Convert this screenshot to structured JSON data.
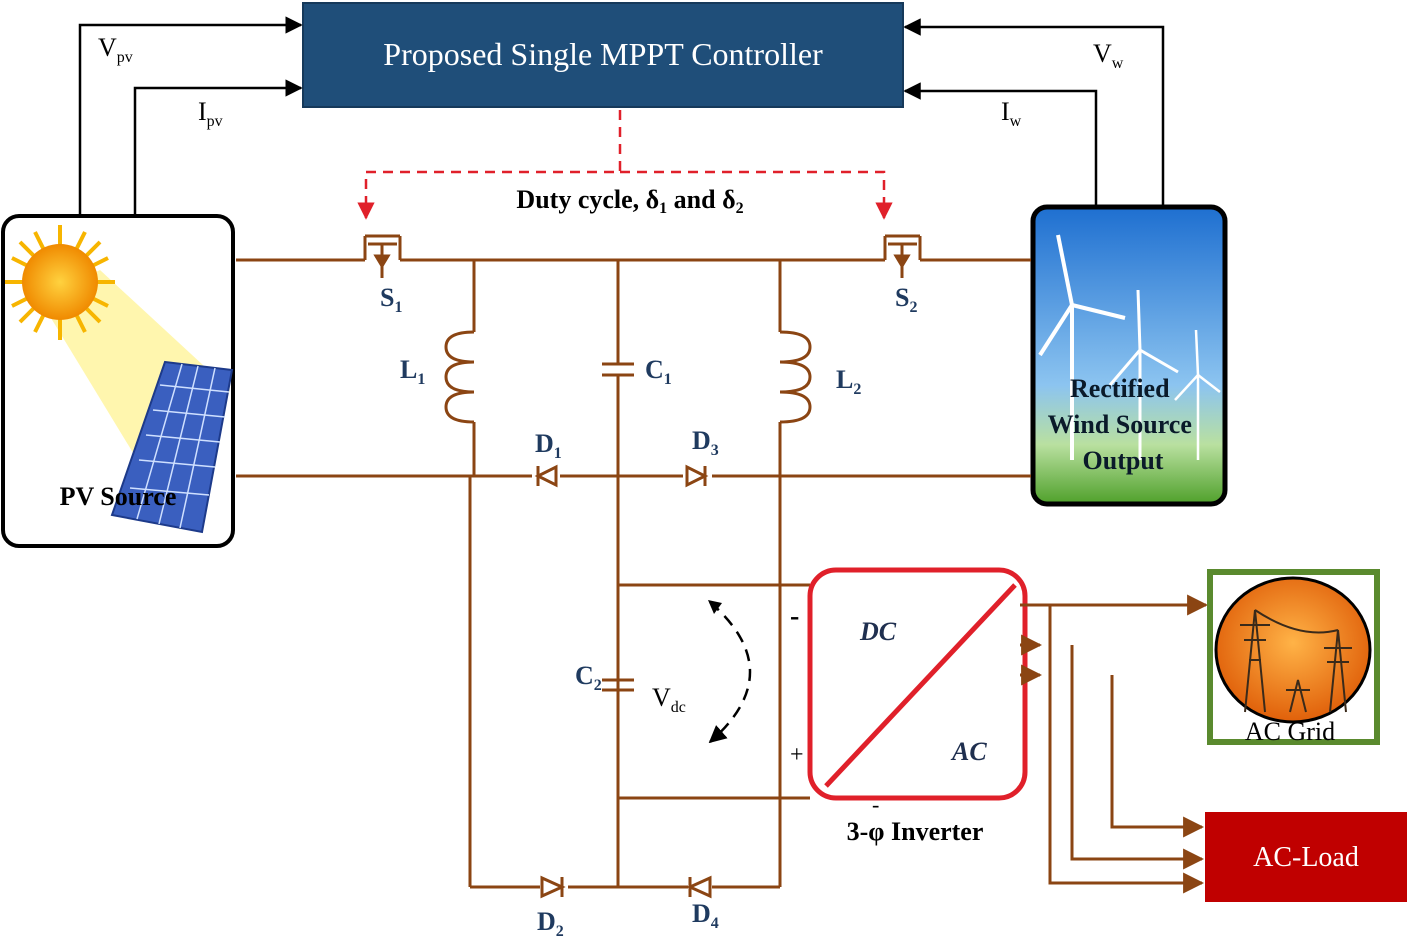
{
  "controller": {
    "title": "Proposed Single MPPT Controller",
    "fill": "#1f4e79"
  },
  "signals": {
    "vpv": {
      "main": "V",
      "sub": "pv"
    },
    "ipv": {
      "main": "I",
      "sub": "pv"
    },
    "vw": {
      "main": "V",
      "sub": "w"
    },
    "iw": {
      "main": "I",
      "sub": "w"
    }
  },
  "duty": {
    "prefix": "Duty cycle, δ",
    "s1": "1",
    "mid": " and δ",
    "s2": "2"
  },
  "switches": {
    "s1": {
      "main": "S",
      "sub": "1"
    },
    "s2": {
      "main": "S",
      "sub": "2"
    }
  },
  "components": {
    "l1": {
      "main": "L",
      "sub": "1"
    },
    "l2": {
      "main": "L",
      "sub": "2"
    },
    "c1": {
      "main": "C",
      "sub": "1"
    },
    "c2": {
      "main": "C",
      "sub": "2"
    },
    "d1": {
      "main": "D",
      "sub": "1"
    },
    "d2": {
      "main": "D",
      "sub": "2"
    },
    "d3": {
      "main": "D",
      "sub": "3"
    },
    "d4": {
      "main": "D",
      "sub": "4"
    },
    "vdc": {
      "main": "V",
      "sub": "dc"
    }
  },
  "sources": {
    "pv": "PV Source",
    "wind": [
      "Rectified",
      "Wind Source",
      "Output"
    ]
  },
  "inverter": {
    "dc": "DC",
    "ac": "AC",
    "minus": "-",
    "plus": "+",
    "bottom_mark": "-",
    "label": "3-φ Inverter",
    "border": "#e0202a"
  },
  "grid": {
    "label": "AC Grid",
    "border": "#5a8a2e"
  },
  "load": {
    "label": "AC-Load",
    "fill": "#c00000"
  },
  "colors": {
    "wire": "#8B4513",
    "control": "#e0202a",
    "label": "#1f3a5f"
  }
}
